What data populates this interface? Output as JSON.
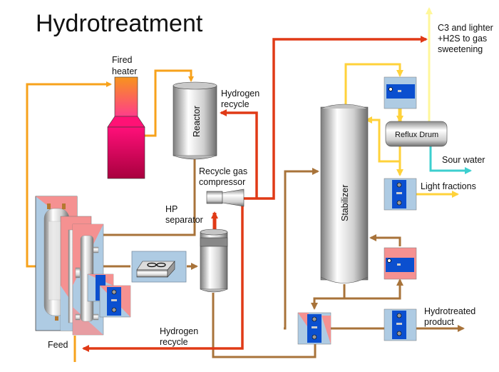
{
  "title": "Hydrotreatment",
  "colors": {
    "feed_orange": "#f7a21b",
    "hydrogen_red": "#e03a16",
    "product_brown": "#a8733a",
    "light_yellow": "#ffd23a",
    "pale_yellow": "#fff79a",
    "sour_cyan": "#3ccfcf",
    "hx_blue": "#0b4fcf",
    "panel_blue": "#aecbe3",
    "panel_pink": "#f59191"
  },
  "equipment": {
    "fired_heater": {
      "label_line1": "Fired",
      "label_line2": "heater"
    },
    "reactor": {
      "label": "Reactor"
    },
    "compressor": {
      "label_line1": "Recycle gas",
      "label_line2": "compressor"
    },
    "hp_separator": {
      "label_line1": "HP",
      "label_line2": "separator"
    },
    "stabilizer": {
      "label": "Stabilizer"
    },
    "reflux_drum": {
      "label": "Reflux Drum"
    }
  },
  "streams": {
    "hydrogen_recycle_top": {
      "line1": "Hydrogen",
      "line2": "recycle"
    },
    "hydrogen_recycle_bottom": {
      "line1": "Hydrogen",
      "line2": "recycle"
    },
    "gas_sweetening": {
      "line1": "C3 and lighter",
      "line2": "+H2S to gas",
      "line3": "sweetening"
    },
    "sour_water": {
      "label": "Sour water"
    },
    "light_fractions": {
      "label": "Light fractions"
    },
    "hydrotreated_product": {
      "line1": "Hydrotreated",
      "line2": "product"
    },
    "feed": {
      "label": "Feed"
    }
  }
}
